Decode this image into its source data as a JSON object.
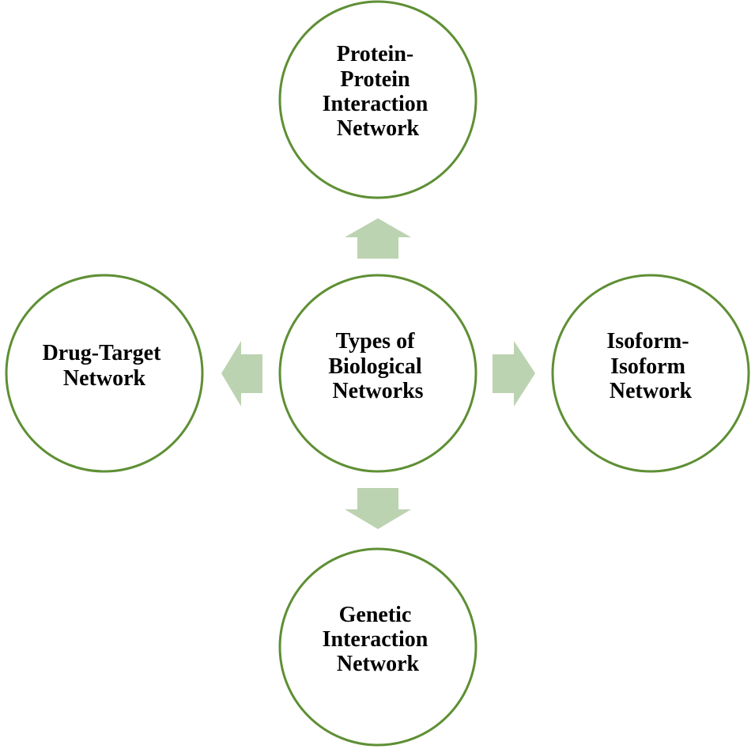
{
  "diagram": {
    "center": {
      "lines": [
        "Types of",
        "Biological",
        "Networks"
      ]
    },
    "top": {
      "lines": [
        "Protein-",
        "Protein",
        "Interaction",
        "Network"
      ]
    },
    "left": {
      "lines": [
        "Drug-Target",
        "Network"
      ]
    },
    "right": {
      "lines": [
        "Isoform-",
        "Isoform",
        "Network"
      ]
    },
    "bottom": {
      "lines": [
        "Genetic",
        "Interaction",
        "Network"
      ]
    },
    "colors": {
      "circle_stroke": "#5e8f34",
      "arrow_fill": "#bcd3b1",
      "text": "#000000"
    }
  }
}
